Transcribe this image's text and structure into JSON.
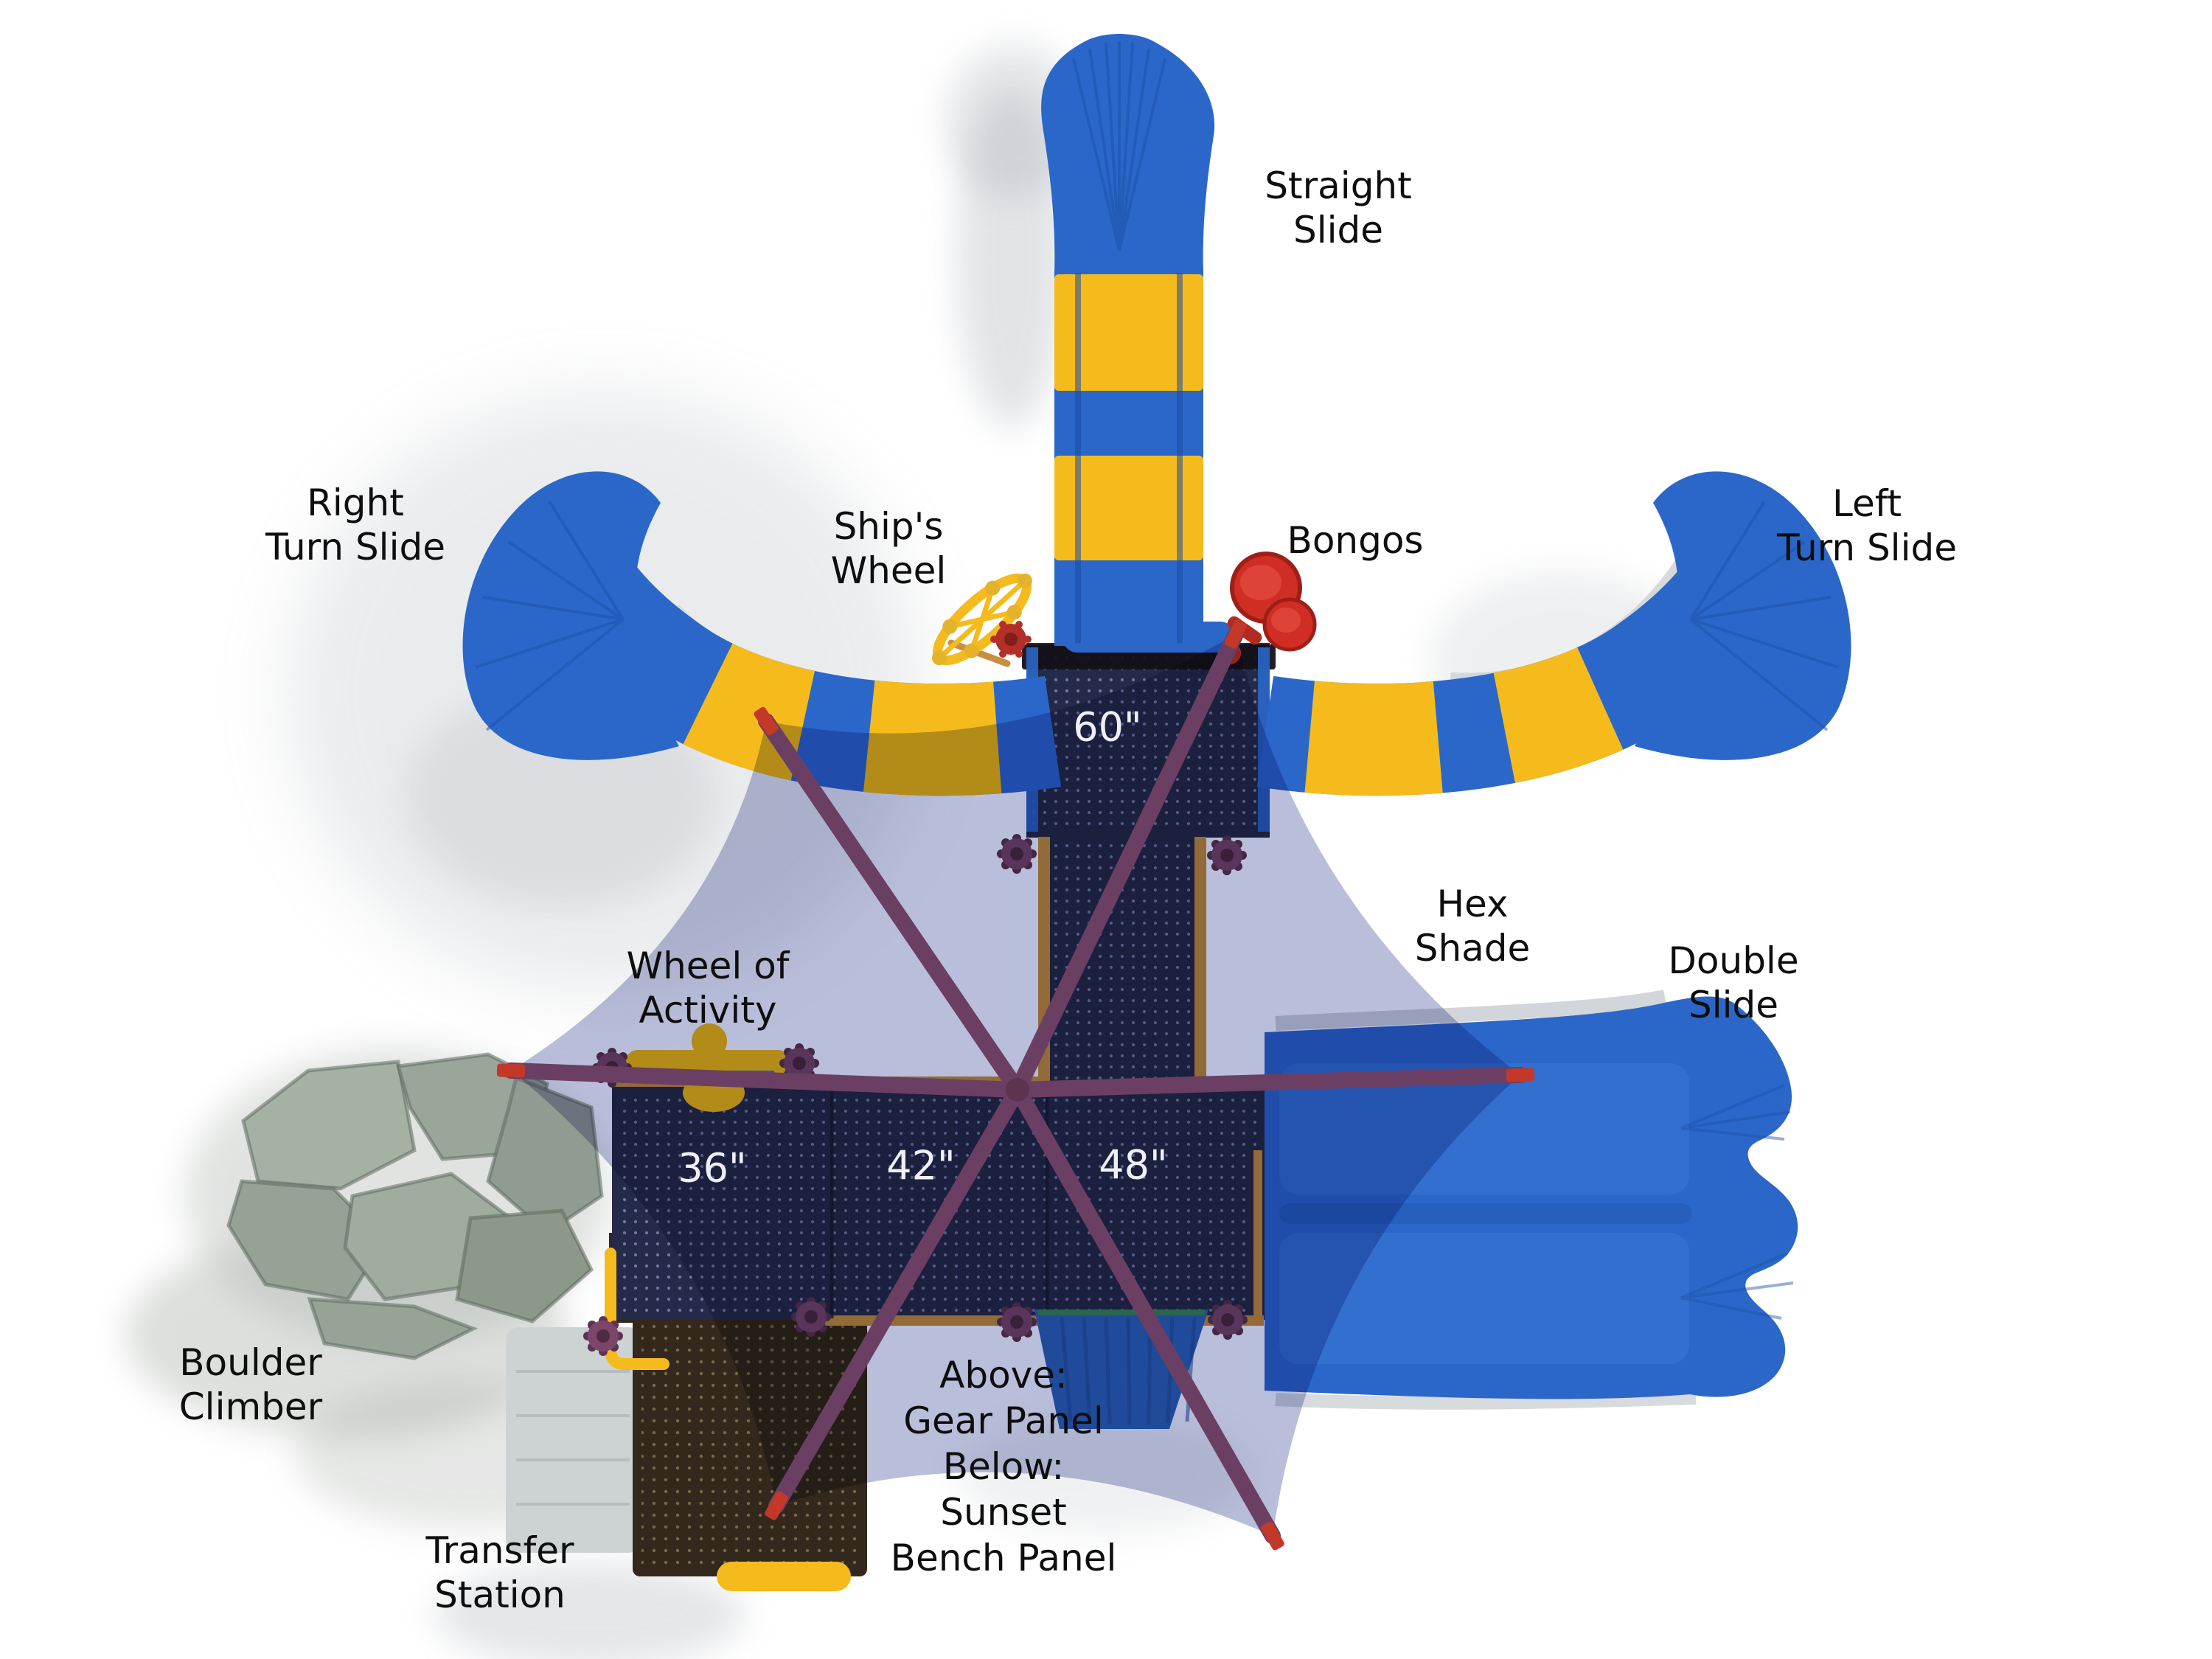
{
  "labels": {
    "straight_slide": {
      "line1": "Straight",
      "line2": "Slide"
    },
    "right_turn_slide": {
      "line1": "Right",
      "line2": "Turn Slide"
    },
    "ships_wheel": {
      "line1": "Ship's",
      "line2": "Wheel"
    },
    "bongos": {
      "line1": "Bongos"
    },
    "left_turn_slide": {
      "line1": "Left",
      "line2": "Turn Slide"
    },
    "hex_shade": {
      "line1": "Hex",
      "line2": "Shade"
    },
    "double_slide": {
      "line1": "Double",
      "line2": "Slide"
    },
    "wheel_of_activity": {
      "line1": "Wheel of",
      "line2": "Activity"
    },
    "boulder_climber": {
      "line1": "Boulder",
      "line2": "Climber"
    },
    "transfer_station": {
      "line1": "Transfer",
      "line2": "Station"
    },
    "panel_callout": {
      "line1": "Above:",
      "line2": "Gear Panel",
      "line3": "Below:",
      "line4": "Sunset",
      "line5": "Bench Panel"
    }
  },
  "deck_heights": {
    "deck_60": "60\"",
    "deck_36": "36\"",
    "deck_42": "42\"",
    "deck_48": "48\""
  },
  "colors": {
    "slide_blue": "#2b67c9",
    "accent_yellow": "#f5bb1d",
    "deck_navy": "#242a49",
    "trim_tan": "#c98f41",
    "shade_periwinkle": "#b3b9d7",
    "beam_plum": "#6b3f63",
    "connector_red": "#c4382a",
    "bongo_red": "#d02e24",
    "boulder_gray": "#9da89d",
    "transfer_brown": "#33281b",
    "panel_blue": "#2c63b4",
    "ground_white": "#ffffff",
    "label_black": "#0e0e0e",
    "deck_label_white": "#eef0f6"
  }
}
